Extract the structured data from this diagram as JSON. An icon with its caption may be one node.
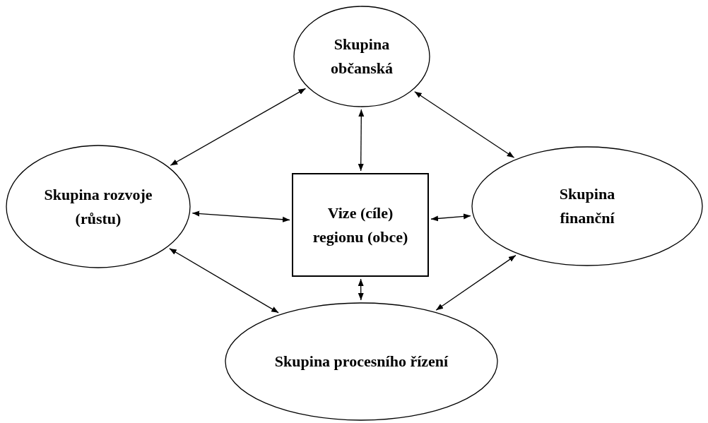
{
  "diagram": {
    "nodes": [
      {
        "text": [
          "Skupina občanská"
        ]
      },
      {
        "text": [
          "Skupina rozvoje (růstu)"
        ]
      },
      {
        "text": [
          "Vize (cíle) regionu (obce)"
        ]
      },
      {
        "text": [
          "Skupina finanční"
        ]
      },
      {
        "text": [
          "Skupina procesního řízení"
        ]
      }
    ],
    "edges": [
      {
        "from": 2,
        "to": 0,
        "arrow": "both"
      },
      {
        "from": 2,
        "to": 1,
        "arrow": "both"
      },
      {
        "from": 2,
        "to": 3,
        "arrow": "both"
      },
      {
        "from": 2,
        "to": 4,
        "arrow": "both"
      },
      {
        "from": 1,
        "to": 0,
        "arrow": "both"
      },
      {
        "from": 0,
        "to": 3,
        "arrow": "both"
      },
      {
        "from": 1,
        "to": 4,
        "arrow": "both"
      },
      {
        "from": 3,
        "to": 4,
        "arrow": "both"
      }
    ]
  }
}
